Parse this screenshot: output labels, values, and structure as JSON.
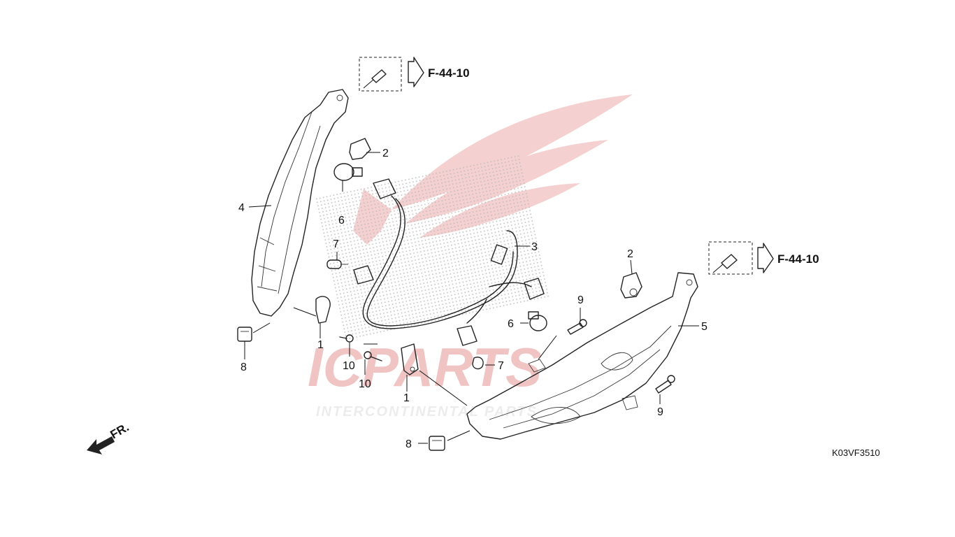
{
  "diagram": {
    "drawing_code": "K03VF3510",
    "front_arrow_label": "FR.",
    "reference_labels": [
      {
        "id": "ref-top",
        "text": "F-44-10"
      },
      {
        "id": "ref-right",
        "text": "F-44-10"
      }
    ],
    "callouts": [
      "1",
      "1",
      "2",
      "2",
      "3",
      "4",
      "5",
      "6",
      "6",
      "7",
      "7",
      "8",
      "8",
      "9",
      "9",
      "10",
      "10"
    ],
    "watermark": {
      "brand": "ICPARTS",
      "tagline": "INTERCONTINENTAL PARTS",
      "color": "#e8a0a0"
    },
    "colors": {
      "line": "#222222",
      "watermark": "#f1c4c4"
    }
  }
}
